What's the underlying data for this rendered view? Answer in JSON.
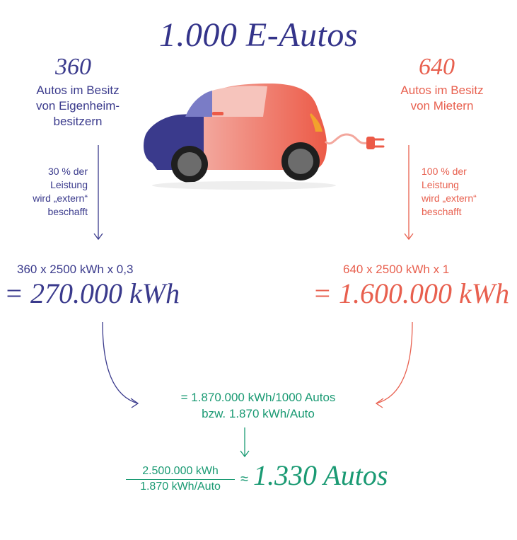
{
  "title": "1.000 E-Autos",
  "left": {
    "count": "360",
    "label_lines": [
      "Autos im Besitz",
      "von Eigenheim-",
      "besitzern"
    ],
    "note_lines": [
      "30 % der",
      "Leistung",
      "wird „extern“",
      "beschafft"
    ],
    "formula": "360 x 2500 kWh x 0,3",
    "result": "= 270.000 kWh",
    "color": "#3a3a8c"
  },
  "right": {
    "count": "640",
    "label_lines": [
      "Autos im Besitz",
      "von Mietern"
    ],
    "note_lines": [
      "100 % der",
      "Leistung",
      "wird „extern“",
      "beschafft"
    ],
    "formula": "640 x 2500 kWh x 1",
    "result": "= 1.600.000 kWh",
    "color": "#e8604f"
  },
  "sum": {
    "line1": "= 1.870.000 kWh/1000 Autos",
    "line2": "bzw. 1.870 kWh/Auto",
    "color": "#1a9a73"
  },
  "final": {
    "numerator": "2.500.000 kWh",
    "denominator": "1.870 kWh/Auto",
    "approx": "≈",
    "result": "1.330 Autos"
  },
  "icons": [
    "electric-car-icon",
    "charging-plug-icon"
  ]
}
